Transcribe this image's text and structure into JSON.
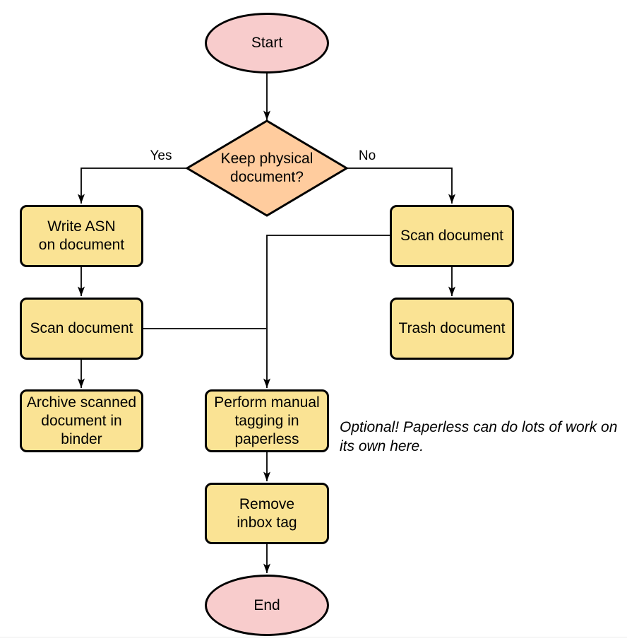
{
  "diagram": {
    "type": "flowchart",
    "colors": {
      "terminal_fill": "#f8cccc",
      "decision_fill": "#ffcc9e",
      "process_fill": "#fae394",
      "stroke": "#000000"
    },
    "nodes": {
      "start": {
        "shape": "ellipse",
        "label": "Start"
      },
      "decision": {
        "shape": "diamond",
        "label": "Keep physical\ndocument?"
      },
      "write_asn": {
        "shape": "process",
        "label": "Write ASN\non document"
      },
      "scan_left": {
        "shape": "process",
        "label": "Scan document"
      },
      "archive": {
        "shape": "process",
        "label": "Archive scanned\ndocument in\nbinder"
      },
      "scan_right": {
        "shape": "process",
        "label": "Scan document"
      },
      "trash": {
        "shape": "process",
        "label": "Trash document"
      },
      "tagging": {
        "shape": "process",
        "label": "Perform manual\ntagging in\npaperless"
      },
      "remove_inbox": {
        "shape": "process",
        "label": "Remove\ninbox tag"
      },
      "end": {
        "shape": "ellipse",
        "label": "End"
      }
    },
    "edge_labels": {
      "yes": "Yes",
      "no": "No"
    },
    "note": "Optional! Paperless can do lots of work on\nits own here."
  }
}
